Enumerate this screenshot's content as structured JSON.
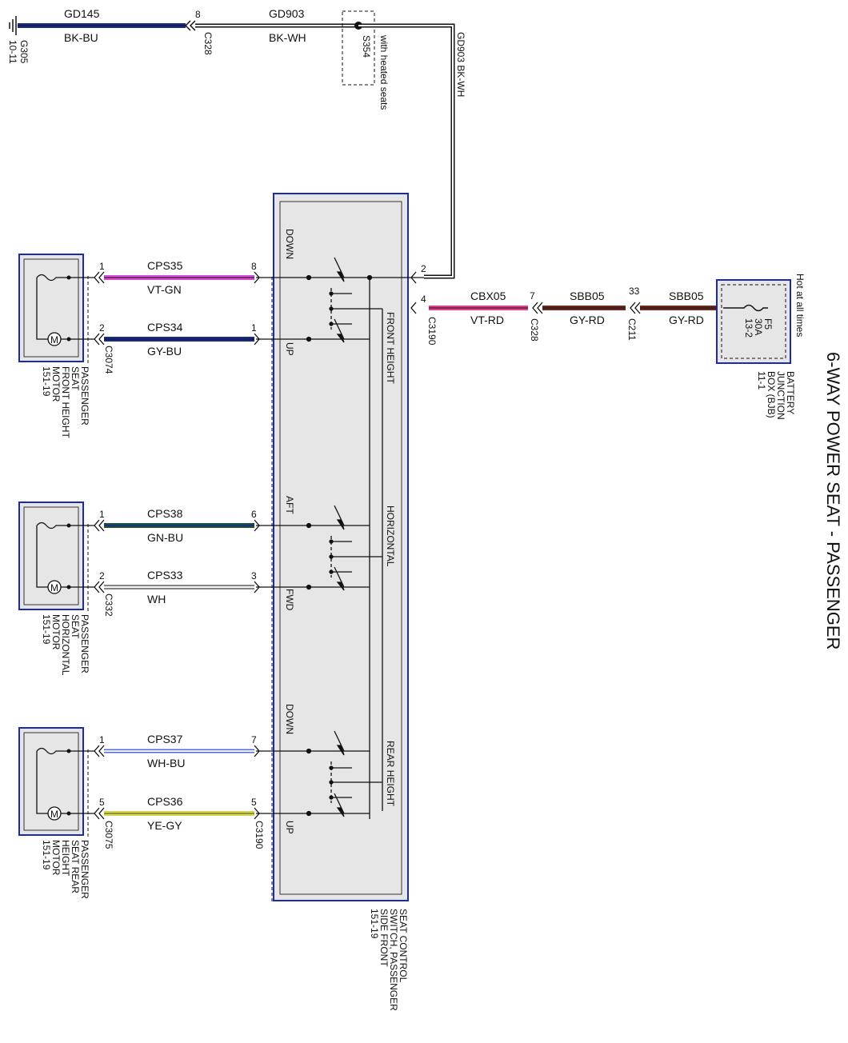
{
  "title": "6-WAY POWER SEAT - PASSENGER",
  "colors": {
    "bk_bu": "#1c2a8a",
    "bk_wh": "#111111",
    "vt_gn": "#d84ad8",
    "gy_bu": "#1c2a8a",
    "gn_bu": "#1a4f3a",
    "wh": "#f4f4f4",
    "wh_bu": "#5a6ad8",
    "ye_gy": "#d8d84a",
    "vt_rd": "#e0408a",
    "gy_rd": "#6a2a20",
    "box_bg": "#e6e6e6",
    "box_border": "#1c2ab0"
  },
  "ground": {
    "name": "G305",
    "ref": "10-11",
    "circuit": "GD145",
    "color": "BK-BU",
    "pin": "8",
    "connector": "C328"
  },
  "ground2": {
    "circuit": "GD903",
    "color": "BK-WH",
    "splice": "S354",
    "note": "with heated seats",
    "riser_label": "GD903   BK-WH"
  },
  "switch": {
    "name_lines": [
      "SEAT CONTROL",
      "SWITCH, PASSENGER",
      "SIDE FRONT",
      "151-19"
    ],
    "connector": "C3190",
    "ground_pin": "2",
    "power_pin": "4",
    "sections": [
      "FRONT HEIGHT",
      "HORIZONTAL",
      "REAR HEIGHT"
    ],
    "positions": [
      "DOWN",
      "UP",
      "AFT",
      "FWD",
      "DOWN",
      "UP"
    ]
  },
  "power": {
    "circuit1": "CBX05",
    "color1": "VT-RD",
    "pin1": "7",
    "conn1": "C328",
    "circuit2": "SBB05",
    "color2": "GY-RD",
    "pin2": "33",
    "conn2": "C211",
    "circuit3": "SBB05",
    "color3": "GY-RD",
    "hot_label": "Hot at all times",
    "fuse_lines": [
      "F5",
      "30A",
      "13-2"
    ],
    "bjb_lines": [
      "BATTERY",
      "JUNCTION",
      "BOX (BJB)",
      "11-1"
    ]
  },
  "motors": [
    {
      "name_lines": [
        "PASSENGER",
        "SEAT",
        "FRONT HEIGHT",
        "MOTOR",
        "151-19"
      ],
      "connector": "C3074",
      "wires": [
        {
          "circuit": "CPS35",
          "color": "VT-GN",
          "motor_pin": "1",
          "switch_pin": "8"
        },
        {
          "circuit": "CPS34",
          "color": "GY-BU",
          "motor_pin": "2",
          "switch_pin": "1"
        }
      ]
    },
    {
      "name_lines": [
        "PASSENGER",
        "SEAT",
        "HORIZONTAL",
        "MOTOR",
        "151-19"
      ],
      "connector": "C332",
      "wires": [
        {
          "circuit": "CPS38",
          "color": "GN-BU",
          "motor_pin": "1",
          "switch_pin": "6"
        },
        {
          "circuit": "CPS33",
          "color": "WH",
          "motor_pin": "2",
          "switch_pin": "3"
        }
      ]
    },
    {
      "name_lines": [
        "PASSENGER",
        "SEAT REAR",
        "HEIGHT",
        "MOTOR",
        "151-19"
      ],
      "connector": "C3075",
      "wires": [
        {
          "circuit": "CPS37",
          "color": "WH-BU",
          "motor_pin": "1",
          "switch_pin": "7"
        },
        {
          "circuit": "CPS36",
          "color": "YE-GY",
          "motor_pin": "5",
          "switch_pin": "5"
        }
      ],
      "switch_conn_label": "C3190"
    }
  ],
  "motor_symbol": "M"
}
